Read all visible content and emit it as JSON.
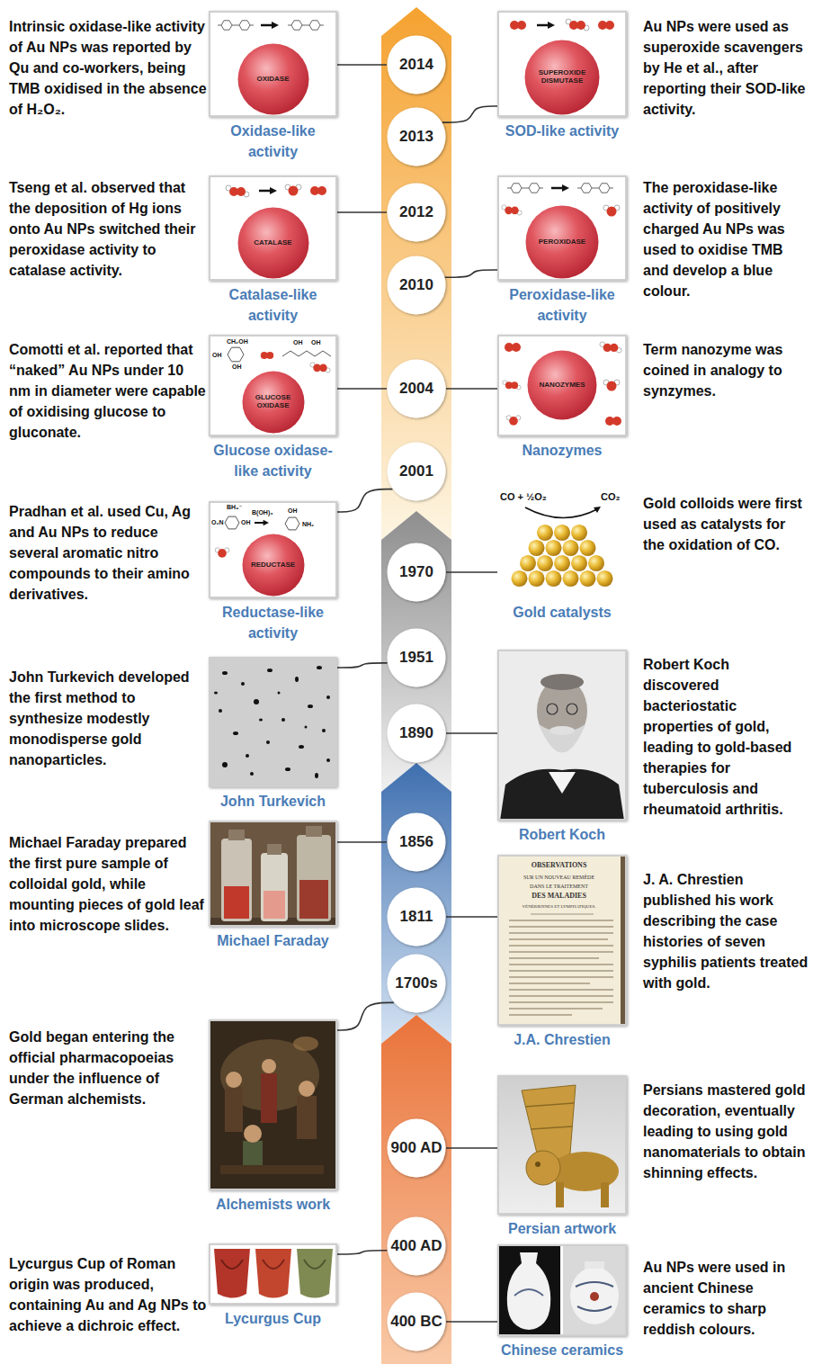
{
  "diagram": {
    "nodes": [
      {
        "text": [
          "Oxidase-like activity"
        ]
      },
      {
        "text": [
          "OXIDASE"
        ],
        "in": 0
      },
      {
        "text": [
          "2014"
        ]
      },
      {
        "text": [
          "2013"
        ]
      },
      {
        "text": [
          "SOD-like activity"
        ]
      },
      {
        "text": [
          "SUPEROXIDE DISMUTASE"
        ],
        "in": 4
      },
      {
        "text": [
          "Catalase-like activity"
        ]
      },
      {
        "text": [
          "CATALASE"
        ],
        "in": 6
      },
      {
        "text": [
          "2012"
        ]
      },
      {
        "text": [
          "2010"
        ]
      },
      {
        "text": [
          "Peroxidase-like activity"
        ]
      },
      {
        "text": [
          "PEROXIDASE"
        ],
        "in": 10
      },
      {
        "text": [
          "Glucose oxidase-like activity"
        ]
      },
      {
        "text": [
          "GLUCOSE OXIDASE"
        ],
        "in": 12
      },
      {
        "text": [
          "2004"
        ]
      },
      {
        "text": [
          "Nanozymes"
        ]
      },
      {
        "text": [
          "NANOZYMES"
        ],
        "in": 15
      },
      {
        "text": [
          "Reductase-like activity"
        ]
      },
      {
        "text": [
          "REDUCTASE"
        ],
        "in": 17
      },
      {
        "text": [
          "2001"
        ]
      },
      {
        "text": [
          "1970"
        ]
      },
      {
        "text": [
          "Gold catalysts"
        ]
      },
      {
        "text": [
          "John Turkevich"
        ]
      },
      {
        "text": [
          "1951"
        ]
      },
      {
        "text": [
          "1890"
        ]
      },
      {
        "text": [
          "Robert Koch"
        ]
      },
      {
        "text": [
          "Michael Faraday"
        ]
      },
      {
        "text": [
          "1856"
        ]
      },
      {
        "text": [
          "1811"
        ]
      },
      {
        "text": [
          "J.A. Chrestien"
        ]
      },
      {
        "text": [
          "Alchemists work"
        ]
      },
      {
        "text": [
          "1700s"
        ]
      },
      {
        "text": [
          "900 AD"
        ]
      },
      {
        "text": [
          "Persian artwork"
        ]
      },
      {
        "text": [
          "Lycurgus Cup"
        ]
      },
      {
        "text": [
          "400 AD"
        ]
      },
      {
        "text": [
          "400 BC"
        ]
      },
      {
        "text": [
          "Chinese ceramics"
        ]
      }
    ],
    "edges": [
      {
        "from": 0,
        "to": 2,
        "arrow": "none"
      },
      {
        "from": 3,
        "to": 4,
        "arrow": "none"
      },
      {
        "from": 6,
        "to": 8,
        "arrow": "none"
      },
      {
        "from": 9,
        "to": 10,
        "arrow": "none"
      },
      {
        "from": 12,
        "to": 14,
        "arrow": "none"
      },
      {
        "from": 14,
        "to": 15,
        "arrow": "none"
      },
      {
        "from": 17,
        "to": 19,
        "arrow": "none"
      },
      {
        "from": 20,
        "to": 21,
        "arrow": "none"
      },
      {
        "from": 22,
        "to": 23,
        "arrow": "none"
      },
      {
        "from": 24,
        "to": 25,
        "arrow": "none"
      },
      {
        "from": 26,
        "to": 27,
        "arrow": "none"
      },
      {
        "from": 28,
        "to": 29,
        "arrow": "none"
      },
      {
        "from": 30,
        "to": 31,
        "arrow": "none"
      },
      {
        "from": 32,
        "to": 33,
        "arrow": "none"
      },
      {
        "from": 34,
        "to": 35,
        "arrow": "none"
      },
      {
        "from": 36,
        "to": 37,
        "arrow": "none"
      }
    ],
    "labels": [
      "Intrinsic oxidase-like activity of Au NPs was reported by Qu and co-workers, being TMB oxidised in the absence of H₂O₂.",
      "Au NPs were used as superoxide scavengers by He et al., after reporting their SOD-like activity.",
      "Tseng et al. observed that the deposition of Hg ions onto Au NPs switched their peroxidase activity to catalase activity.",
      "The peroxidase-like activity of positively charged Au NPs was used to oxidise TMB and develop a blue colour.",
      "Comotti et al. reported that “naked” Au NPs under 10 nm in diameter were capable of oxidising glucose to gluconate.",
      "Term nanozyme was coined in analogy to synzymes.",
      "Pradhan et al. used Cu, Ag and Au NPs to reduce several aromatic nitro compounds to their amino derivatives.",
      "Gold colloids were first used as catalysts for the oxidation of CO.",
      "John Turkevich developed the first method to synthesize modestly monodisperse gold nanoparticles.",
      "Robert Koch discovered bacteriostatic properties of gold, leading to gold-based therapies for tuberculosis and rheumatoid arthritis.",
      "Michael Faraday prepared the first pure sample of colloidal gold, while mounting pieces of gold leaf into microscope slides.",
      "J. A. Chrestien published his work describing the case histories of seven syphilis patients treated with gold.",
      "Gold began entering the official pharmacopoeias under the influence of German alchemists.",
      "Persians mastered gold decoration, eventually leading to using gold nanomaterials to obtain shinning effects.",
      "Lycurgus Cup of Roman origin was produced, containing Au and Ag NPs to achieve a dichroic effect.",
      "Au NPs were used in ancient Chinese ceramics to sharp reddish colours.",
      "CO + ½O₂",
      "CO₂",
      "BH₄⁻",
      "OH",
      "O₂N",
      "B(OH)₃",
      "OH",
      "NH₂",
      "CH₂OH",
      "OH",
      "OH",
      "OH",
      "OH",
      "OBSERVATIONS",
      "SUR UN NOUVEAU REMÈDE",
      "DANS LE TRAITEMENT",
      "DES MALADIES",
      "VÉNÉRIENNES ET LYMPHATIQUES."
    ]
  }
}
